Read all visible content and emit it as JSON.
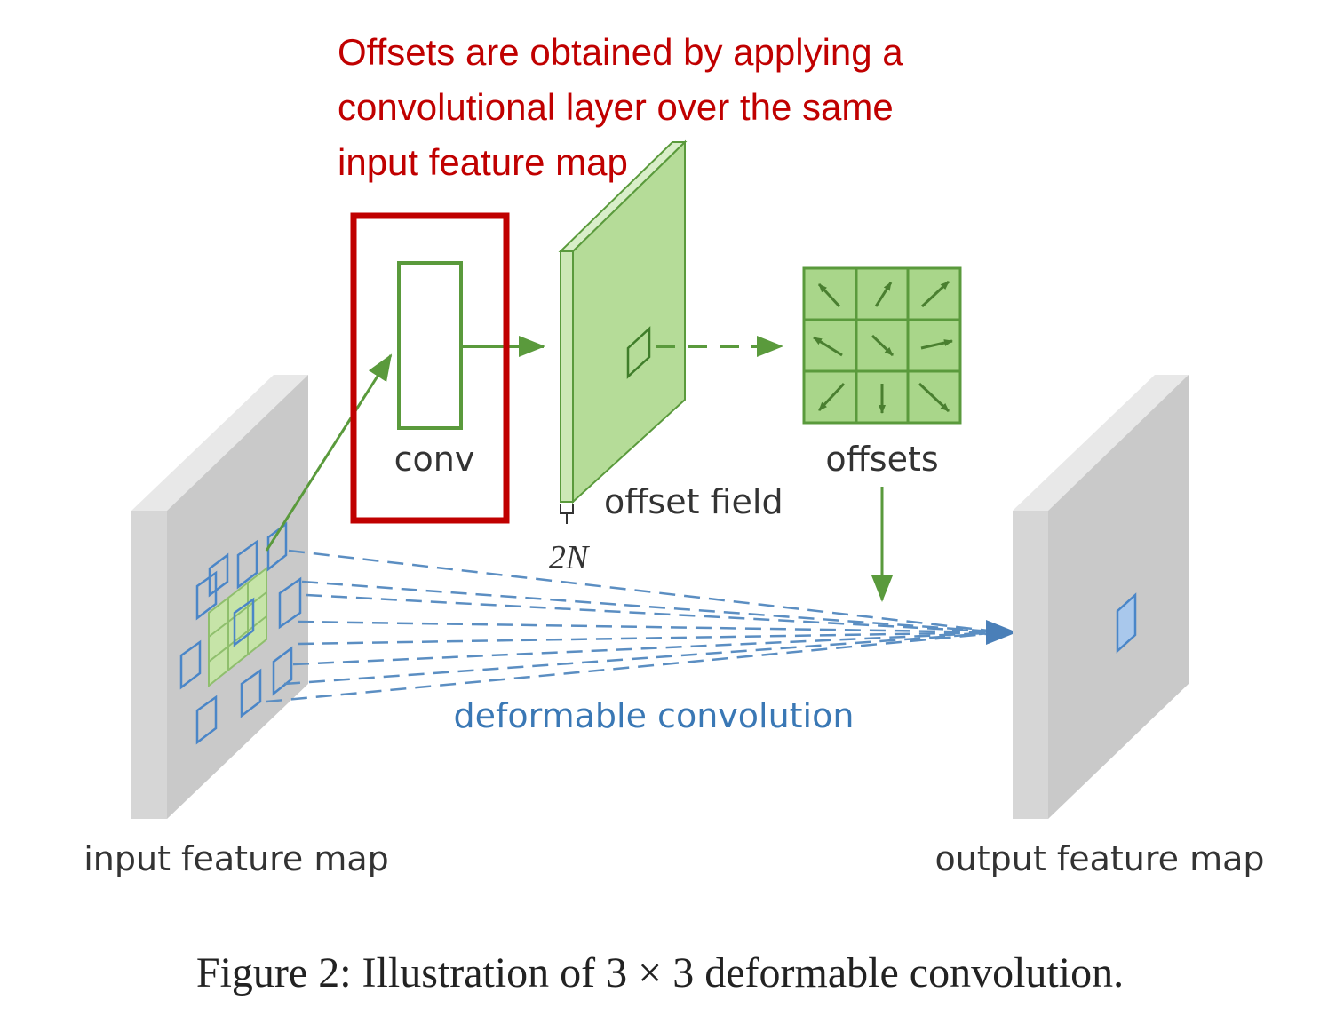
{
  "annotation": "Offsets are obtained by applying a\nconvolutional layer over the same\ninput feature map",
  "labels": {
    "conv": "conv",
    "offset_field": "offset field",
    "offset_depth": "2N",
    "offsets": "offsets",
    "deformable_convolution": "deformable convolution",
    "input_feature_map": "input feature map",
    "output_feature_map": "output feature map"
  },
  "caption": "Figure 2: Illustration of 3 × 3 deformable convolution.",
  "colors": {
    "annotation_red": "#c00000",
    "green_stroke": "#5a9a3c",
    "green_fill": "#bfe1a6",
    "blue_dash": "#5b8ec2",
    "feature_map_gray": "#cfcfcf"
  },
  "offset_arrows": [
    "up-left",
    "up-right",
    "up-right",
    "left",
    "down-right",
    "right",
    "down-left",
    "down",
    "down-right"
  ]
}
